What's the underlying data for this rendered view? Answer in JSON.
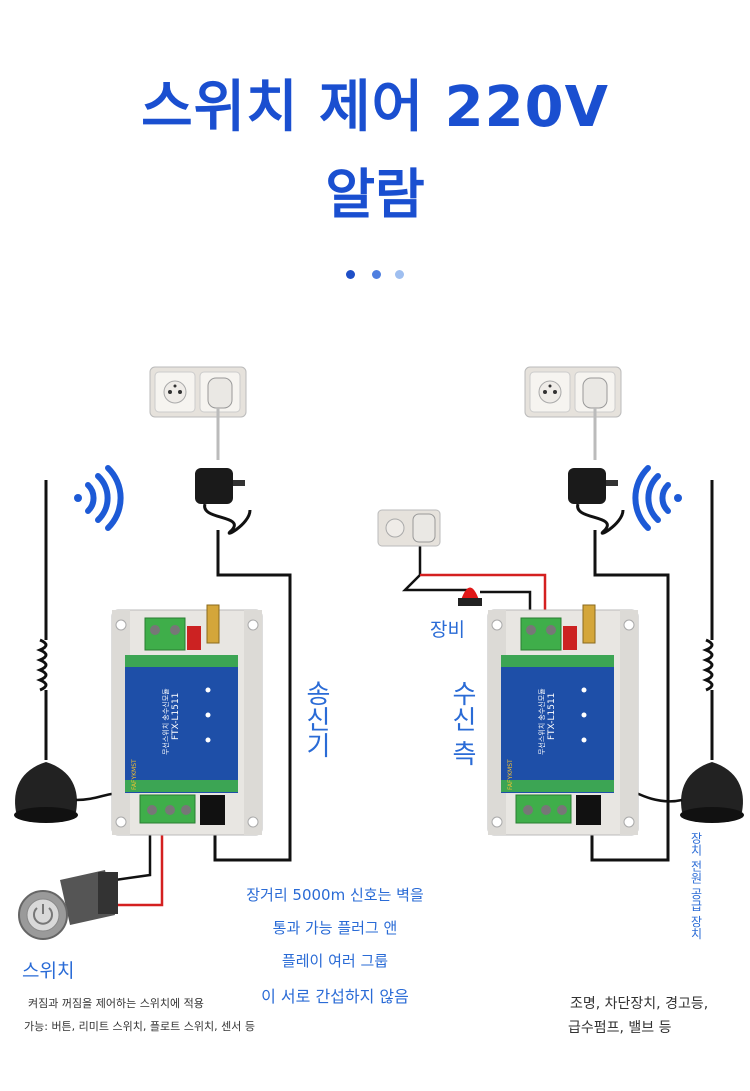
{
  "title": {
    "line1": "스위치 제어 220V",
    "line2": "알람"
  },
  "carousel": {
    "dot_colors": [
      "#1f4fc7",
      "#4f7fe0",
      "#9fbff0"
    ]
  },
  "colors": {
    "accent": "#1a4fd0",
    "text_blue": "#2a6bd6",
    "module_blue": "#1e4fa8",
    "terminal_green": "#3fae4a",
    "wire_red": "#d42020"
  },
  "transmitter": {
    "label": "송신기"
  },
  "receiver": {
    "label": "수신 측",
    "power_label": "장치 전원 공급 장치"
  },
  "device": {
    "label": "장비"
  },
  "module": {
    "model": "FTX-L1511",
    "name": "무선스위치 송수신모듈",
    "brand": "FAFYKMST"
  },
  "switch_section": {
    "label": "스위치",
    "desc1": "켜짐과 꺼짐을 제어하는 스위치에 적용",
    "desc2": "가능: 버튼, 리미트 스위치, 플로트 스위치, 센서 등"
  },
  "features": [
    "장거리 5000m 신호는 벽을",
    "통과 가능 플러그 앤",
    "플레이 여러 그룹",
    "이 서로 간섭하지 않음"
  ],
  "applications": [
    "조명, 차단장치, 경고등,",
    "급수펌프, 밸브 등"
  ]
}
